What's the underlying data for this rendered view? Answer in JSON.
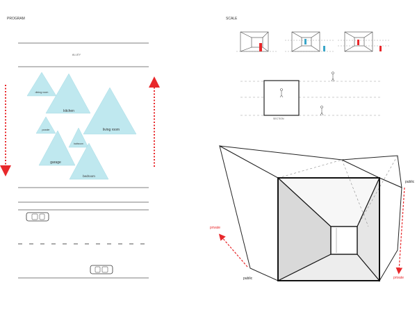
{
  "left_panel": {
    "title": "PROGRAM",
    "alley_label": "ALLEY",
    "rooms": {
      "dining": "dining room",
      "kitchen": "kitchen",
      "living": "living room",
      "powder": "powder",
      "bath": "bathroom",
      "garage": "garage",
      "bedroom": "bedroom"
    }
  },
  "right_panel": {
    "title": "SCALE",
    "section_caption": "SECTION",
    "private_label": "private",
    "public_label": "public"
  },
  "colors": {
    "accent_red": "#e8282b",
    "triangle_fill": "#bfe8ef",
    "line_dark": "#222222",
    "line_gray": "#9a9a9a",
    "highlight_blue": "#3aa6c8"
  }
}
